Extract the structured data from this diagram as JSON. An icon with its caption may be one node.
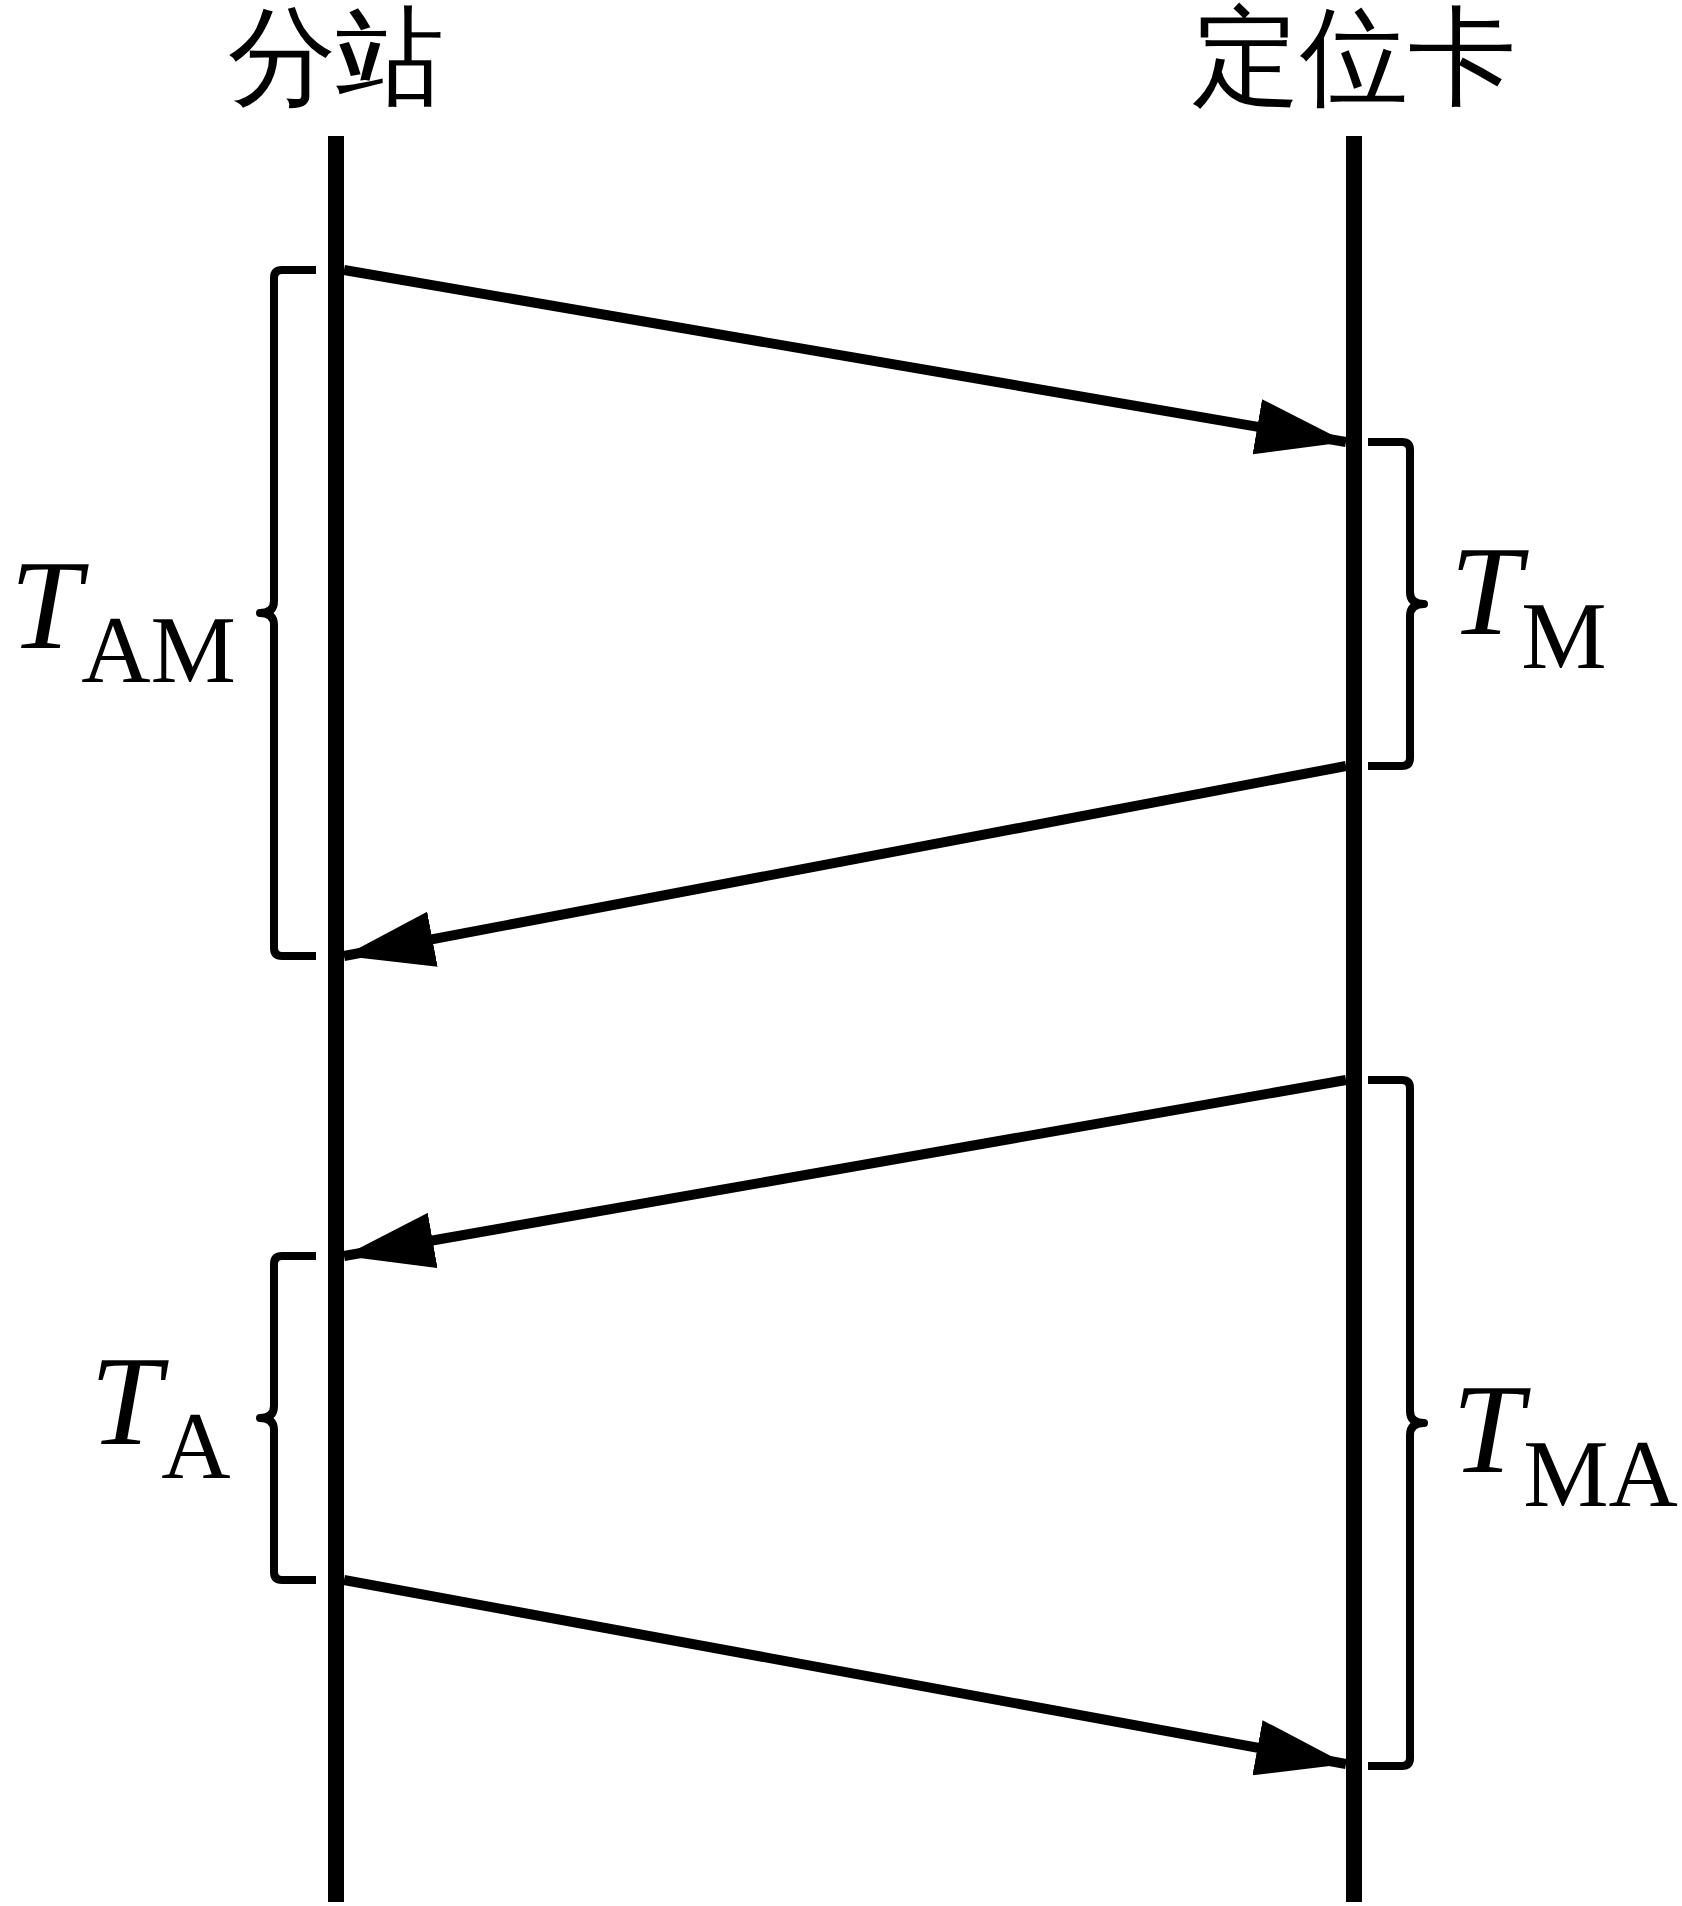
{
  "diagram": {
    "nodes": [
      {
        "text": [
          "分站"
        ],
        "beside": [
          "*T*$_{AM}$",
          "*T*$_{A}$"
        ]
      },
      {
        "text": [
          "定位卡"
        ],
        "beside": [
          "*T*$_{M}$",
          "*T*$_{MA}$"
        ]
      }
    ],
    "edges": [
      {
        "from": 0,
        "to": 1,
        "arrow": "to"
      },
      {
        "from": 1,
        "to": 0,
        "arrow": "to"
      },
      {
        "from": 1,
        "to": 0,
        "arrow": "to"
      },
      {
        "from": 0,
        "to": 1,
        "arrow": "to"
      }
    ]
  }
}
